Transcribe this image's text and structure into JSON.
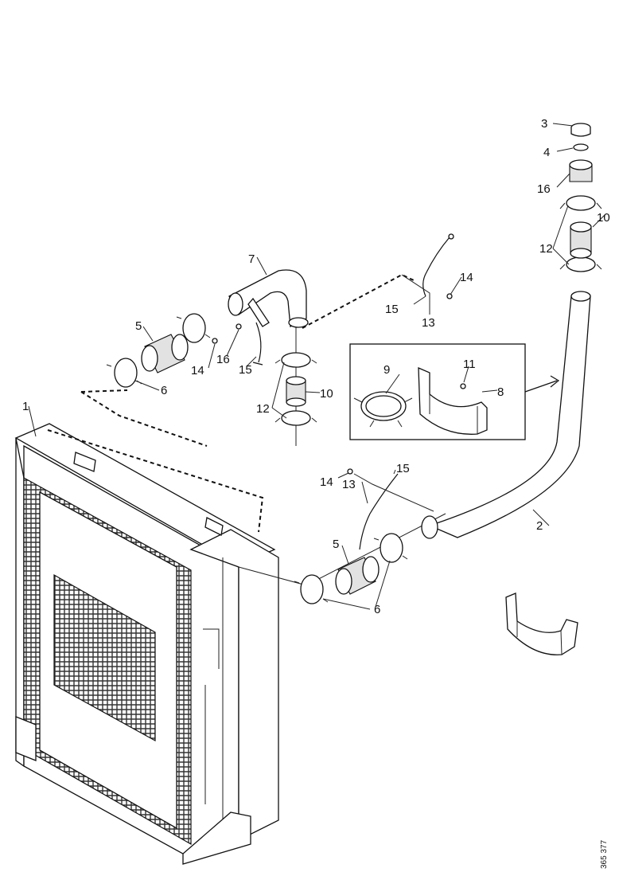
{
  "labels": {
    "l1": "1",
    "l2": "2",
    "l3": "3",
    "l4": "4",
    "l5a": "5",
    "l5b": "5",
    "l6a": "6",
    "l6b": "6",
    "l7": "7",
    "l8": "8",
    "l9": "9",
    "l10a": "10",
    "l10b": "10",
    "l11": "11",
    "l12a": "12",
    "l12b": "12",
    "l13a": "13",
    "l13b": "13",
    "l14a": "14",
    "l14b": "14",
    "l14c": "14",
    "l15a": "15",
    "l15b": "15",
    "l15c": "15",
    "l16a": "16",
    "l16b": "16"
  },
  "drawing_code": "365 377"
}
